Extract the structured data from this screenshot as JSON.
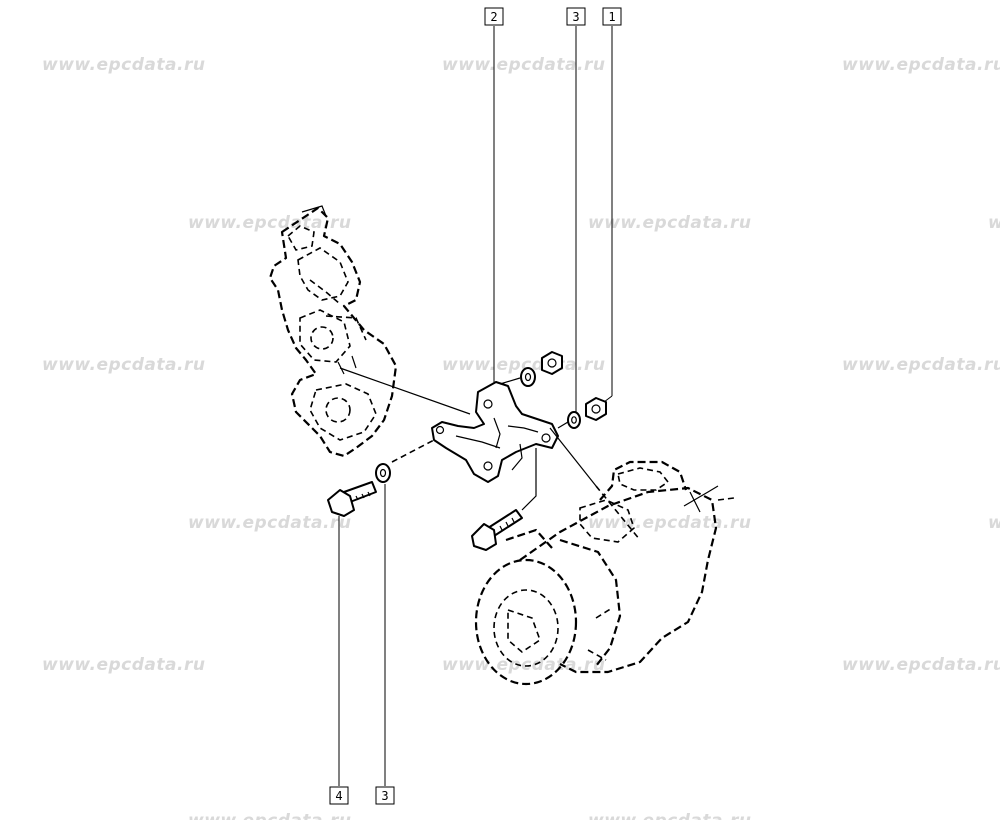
{
  "watermark": {
    "text": "www.epcdata.ru",
    "color": "#d9d9d9"
  },
  "callouts": [
    {
      "id": "callout-2-top",
      "label": "2"
    },
    {
      "id": "callout-3-top",
      "label": "3"
    },
    {
      "id": "callout-1-top",
      "label": "1"
    },
    {
      "id": "callout-4-bottom",
      "label": "4"
    },
    {
      "id": "callout-3-bottom",
      "label": "3"
    }
  ],
  "parts": {
    "1": "nut",
    "2": "bracket",
    "3": "washer",
    "4": "bolt"
  }
}
